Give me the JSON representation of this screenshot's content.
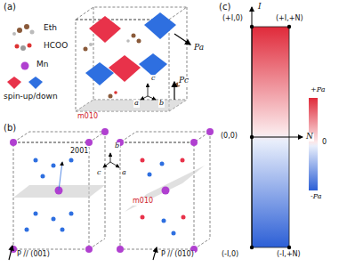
{
  "diagram": {
    "labels": [
      "(a)",
      "Pa",
      "Pc",
      "c",
      "a",
      "b",
      "m010",
      "(b)",
      "2001",
      "P // (001)",
      "b",
      "c",
      "a",
      "m010",
      "P // (010)",
      "(c)",
      "I",
      "N",
      "(+I,0)",
      "(+I,+N)",
      "(0,0)",
      "(-I,0)",
      "(-I,+N)",
      "+Pa",
      "0",
      "-Pa"
    ],
    "legend": [
      {
        "text": "Eth"
      },
      {
        "text": "HCOO"
      },
      {
        "text": "Mn"
      },
      {
        "text": "spin-up/down"
      }
    ]
  }
}
